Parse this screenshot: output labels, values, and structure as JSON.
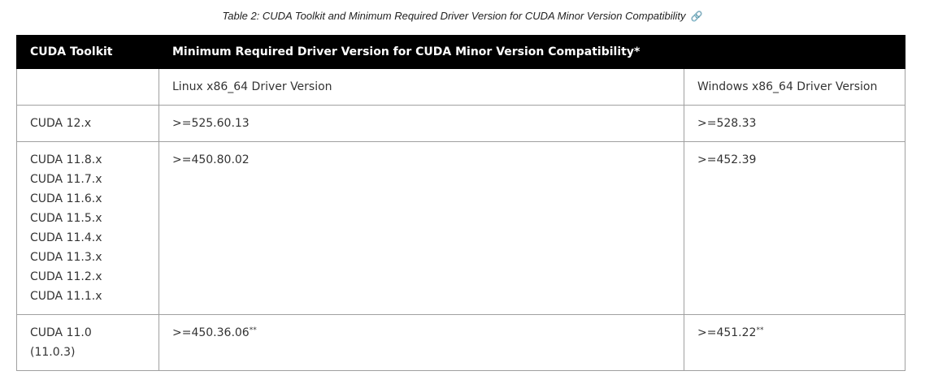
{
  "caption": "Table 2: CUDA Toolkit and Minimum Required Driver Version for CUDA Minor Version Compatibility",
  "caption_icon": "link-icon",
  "headers": [
    "CUDA Toolkit",
    "Minimum Required Driver Version for CUDA Minor Version Compatibility*"
  ],
  "subheaders": [
    "",
    "Linux x86_64 Driver Version",
    "Windows x86_64 Driver Version"
  ],
  "rows": [
    {
      "toolkit": [
        "CUDA 12.x"
      ],
      "linux": ">=525.60.13",
      "linux_note": "",
      "windows": ">=528.33",
      "windows_note": ""
    },
    {
      "toolkit": [
        "CUDA 11.8.x",
        "CUDA 11.7.x",
        "CUDA 11.6.x",
        "CUDA 11.5.x",
        "CUDA 11.4.x",
        "CUDA 11.3.x",
        "CUDA 11.2.x",
        "CUDA 11.1.x"
      ],
      "linux": ">=450.80.02",
      "linux_note": "",
      "windows": ">=452.39",
      "windows_note": ""
    },
    {
      "toolkit": [
        "CUDA 11.0",
        "(11.0.3)"
      ],
      "linux": ">=450.36.06",
      "linux_note": "**",
      "windows": ">=451.22",
      "windows_note": "**"
    }
  ]
}
